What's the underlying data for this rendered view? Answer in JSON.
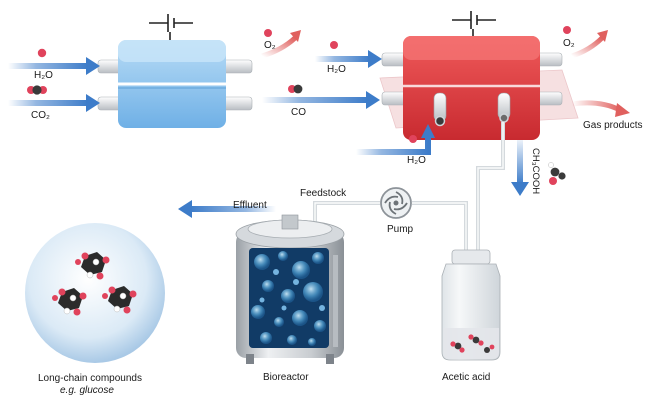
{
  "labels": {
    "h2o_in_left": "H₂O",
    "co2_in": "CO₂",
    "o2_out_left": "O₂",
    "h2o_in_right": "H₂O",
    "co_mid": "CO",
    "o2_out_right": "O₂",
    "h2o_bottom": "H₂O",
    "gas_products": "Gas products",
    "ch3cooh": "CH₃COOH",
    "effluent": "Effluent",
    "feedstock": "Feedstock",
    "pump": "Pump",
    "bioreactor": "Bioreactor",
    "acetic_acid": "Acetic acid",
    "long_chain": "Long-chain compounds",
    "eg_glucose": "e.g. glucose"
  },
  "colors": {
    "arrow_blue": "#3d7cc9",
    "arrow_red": "#e0605e",
    "electrolyzer_left": "#8ec4ef",
    "electrolyzer_right": "#e0393c",
    "pipe": "#d9dde0",
    "oxygen_atom": "#e0435c",
    "carbon_atom": "#3a3a3a"
  }
}
